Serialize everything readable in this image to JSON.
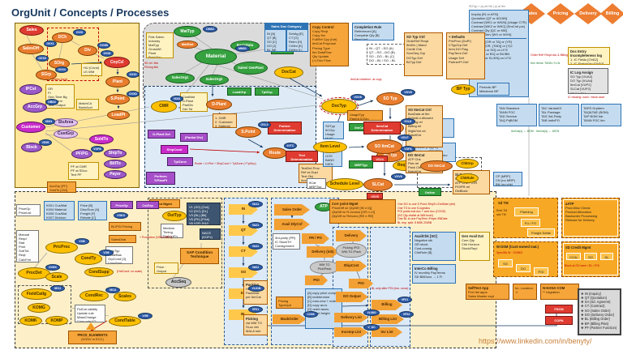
{
  "meta": {
    "title": "OrgUnit / Concepts / Processes",
    "url": "https://www.linkedin.com/in/benyty/"
  },
  "palette": {
    "orange": "#E87D2E",
    "gold": "#FFC000",
    "green": "#35A13F",
    "red": "#E03B30",
    "purple": "#9B59C7",
    "magenta": "#C92BC9",
    "tcode_blue": "#2E5BA8",
    "panel_yellow": "#FFE699",
    "panel_gray": "#D9D9D9",
    "panel_blue": "#DEEBF7"
  },
  "tr": {
    "diamonds": {
      "d1": "Sales",
      "d2": "Pricing",
      "d3": "Delivery",
      "d4": "Billing"
    },
    "doc_caption": "SDTyp = (s) at Hdr | (i) at Itm",
    "presales": "Inquiry [IN or AFN]\nQuotation [QT or AG/AN]\nContract [WK1 or WK/N] (Usage CTR)\nContract [WK2 or WKC] (SmCntr prc)\nContract Qty [QC or MN]\nContract Serv [WV or WVN]",
    "orders": "Standard [OR or TA] or (YR)\nServices [OR, (TAD)] or (Y)2\nRush [RO or SO] on LF/2\nCash [CS or BV] or BV/BN\nFOC [FD or KL/KN] on LF/2",
    "note_red": "Order Ref! Reqd doc & Billing Rel. ind",
    "note_green": "free items: TANN / KLN",
    "ilog": {
      "title": "Doc Entry Incompleteness log",
      "lines": "1. IC Fields [OVA2]\n2. IC StatusGrp [OVA2]"
    },
    "iassign": {
      "title": "IC Log Assign",
      "lines": "SO Typ [VUA2]\nDO Typ [VUA4]\nItmCat [VUP2]\nSLCat [VUP2]\nPF [VUPA]"
    },
    "inote": "IC missing: warn / block save"
  },
  "o": {
    "sales": "Sales",
    "salesoff": "SalesOff",
    "sgrp": "SGrp",
    "dch": "DCh",
    "div": "Div",
    "sorg": "SOrg",
    "coycd": "CoyCd",
    "plant": "Plant",
    "spoint": "S.Point",
    "loadpt": "LoadPt",
    "ipcst": "IPCst",
    "accgrp": "AccGrp",
    "customer": "Customer",
    "slsarea": "SlsArea",
    "custgrp": "CustGrp",
    "block": "Block",
    "soldto": "SoldTo",
    "pfpg": "PF/PG",
    "shipto": "ShipTo",
    "billto": "BillTo",
    "payer": "Payer",
    "area_label": "[Sales Area]",
    "box1": "OR\nFI\nOne-Time Bg\nSt.Determ\nText, Output\nCPF def",
    "box2": "MatchCd\nBankAcct\nAutoCmpl",
    "box3": "HU (Cond)\nLE-WM\nMASSLG",
    "pfbox": "PF at CMR\nPF at SDoc\nText PF",
    "subbox": "AccGrp [PF]\nSoldTo [CM]",
    "tc_soff": "OVX1",
    "tc_sgrp": "OVX4",
    "tc_dch": "OVXI",
    "tc_div": "OVXB",
    "tc_sorg": "OVX5",
    "tc_coycd": "OX02",
    "tc_plant": "OX10",
    "tc_spoint": "OVXD",
    "tc_accgrp": "OBD2",
    "tc_cust": "XD01",
    "tc_block": "VD05",
    "tc_pf": "VOPA"
  },
  "m": {
    "fields": "Flds Sales:\nIndustry\nMatTyp\nGrossWt\nPlant\nPosnTyp",
    "rednote": "SD rel. flds\nPricing flds",
    "mattyp": "MatTyp",
    "material": "Material",
    "matstat": "MatStat",
    "basicdata": "BasicData",
    "sorg1": "SalesOrg1",
    "sorg2": "SalesOrg2",
    "genplant": "Sales/ GenPlant",
    "acct": "Accntg",
    "tc_mm01": "MM01",
    "tc_oms2": "OMS2"
  },
  "s": {
    "cmr": "CMR",
    "tc_cmr": "VD51",
    "cmrbox": "CustMat\nD.Plant\nPartDlv\nDel.Tol",
    "dplant": "D-Plant",
    "dplantbox": "1. CMR\n2. Customer\n3. Material",
    "loadgrp": "LoadGrp",
    "tptgrp": "TptGrp",
    "spoint": "S.Point",
    "tc_spoint": "OVL2",
    "route": "Route",
    "tc_route": "0VTC",
    "det1": "D-Plant Det",
    "partial": "(Partial Dlv)",
    "shipcond": "ShipCond",
    "tptzone": "TptZone",
    "perform": "Perform\nTrPlanPt",
    "rednote": "Route = D-Plnt + ShipCond + TptZone (+TptGrp)"
  },
  "dc": {
    "header": "Sales Doc Category",
    "col1": "IN [A]\nQT [B]\nSO [C]\nDO [J]\nBL [M]",
    "col2": "SchAg [E]\nCT [G]\nRetrn [H]\nCrMm [K]\nDrMm [L]",
    "doccat": "DocCat"
  },
  "dt": {
    "copyctl": {
      "title": "Copy Control",
      "lines": "Copy Reqt\nCopy Itm\nFullRef Cpy (hdr)\nItmCat Proposal\nPricing Type\nItm DataFlow\nQty Update\n(+) Doc Flow"
    },
    "complrule": {
      "title": "Completion Rule",
      "lines": "Referenced [A]\nComplete Qty [B]\nReqd ind"
    },
    "chains": "IN→QT→SO (A)\nQT→SO→DO (B)\nSO→DO→BL (C)\nDO→BL / SO→BL",
    "rednote": "ItmCat redeterm. at copy",
    "doctyp": "DocTyp",
    "tc_doctyp": "VOV8",
    "sotyp": "SO Typ",
    "tc_sotyp": "VOV8",
    "dotyp": "DO Typ",
    "tc_dotyp": "0VLK",
    "bltyp": "BL Typ",
    "tc_bltyp": "VOFA",
    "bptyp": "BP Typ",
    "bpbox": "Periodic BP\nMilestone BP",
    "dotypes": "Delivery [LF]\nReplenish [NL]\nReturns [LR]\nW/o ref [LO]",
    "bltypes": "Invoice [F1]/[F2]\nProforma [F5]/[F8]\nCrMemo [G2] DrMemo [L2]\nCancel [S1]/[S2]",
    "soctl": {
      "title": "SO Typ Ctrl",
      "lines": "OrderRef Reqd\nItmDiv | Mand\nCredit Chk\nScrnSeq Grp\nDOTyp Def\nBLTyp Def"
    },
    "defaults": {
      "title": "+ Defaults",
      "lines": "PricProc (DoPr)\nCTypGrp Def\nImm.DO Flag\nPayTerm Def\nUsage Def\nPartnerPr Def"
    }
  },
  "det": {
    "partner_det": "Partner Determination",
    "text_det": "Text Determination",
    "itmcat_det": "ItemCat Determination",
    "textbox": "TextDet Proc\nRef vs Dupl\nText Obj\nAccSeq",
    "usage": "UsageTyp\nParent ICGrp",
    "icgrp": "ItmCatGrp",
    "inputs": "SDTyp\nItCGrp\nUsage\nHLItC",
    "icgrps": "NORM\nLEIS\nBANS\nDIEN\nVERP",
    "itemlevel": "Item Level",
    "so_itmcat": "SO ItmCat",
    "tc_ic_def": "VOV7",
    "tc_ic_asgn": "VOV4",
    "schedlevel": "Schedule Level",
    "slcat": "SLCat",
    "tc_sl_def": "VOV6",
    "tc_sl_asgn": "VOV5",
    "sl_inputs": "ItCat\nMRPTyp",
    "mrptyp": "MRPTyp",
    "reqtyp": "ReqTyp",
    "icctl": {
      "title": "SO ItmCat Ctrl",
      "lines": "BusData at Itm\nSchedLn Allowed\nPricing rel\nBilling rel\nWght/Vol rel\nBatchEnt"
    },
    "doicctl": {
      "title": "DO ItmCat",
      "lines": "ATP Chk\nPick rel\nPack Ctrl\nBatchEnt"
    },
    "slctl": {
      "title": "SLCat Ctrl",
      "lines": "Movement Type\nATP Chk / TOR\nPO/PR rel\nDlvBlock"
    },
    "slcat_ex": "CP (MRP)\nCN (no MRP)\nBN (no chk)",
    "ic_ex1": "TAN Standard\nTANN FOC\nTAD Service\nTAQ PrjBOM",
    "ic_ex2": "TAC VariantCf\nTAL Package\nTAS 3rd-Party\nTAB IndivPO",
    "ic_ex3": "TAPS GrpItem\nTAQ&TAE (BOM)\nTAP BOM hdr\nTANN FOC itm",
    "green_notes": "ItmCat(s) ↔ BOM   ·   ItmCat(s) ↔ DIEN",
    "do_itmcat": "DO ItmCat",
    "chkgrp": "ChkGrp",
    "chkrule": "ChkRule",
    "online": "Online"
  },
  "av": {
    "rules": "One DO to one S.Point /ShipTo /DelDate (def)\nOne TO to one S-logistics\nPGI posts mat.doc + acct doc (COGS)\n(SO Qty visible at WM level)\nOne BL to one PayTerm /Payer /BilDate\nBL imp. split: S BBK 2S/BB",
    "gen_avail": {
      "title": "Gen Avail Dat",
      "lines": "Cum Qty\nChk Horizon\nStock/Repl"
    },
    "availbox": {
      "title": "AvailChk [SO]",
      "lines": "Negative stk\nGR stock\nCust-consig\nChkRule [B]"
    },
    "interco": {
      "title": "InterCo Billing",
      "lines": "IV monthly PayTerms\nSD BillDocs → 1 FI"
    }
  },
  "fl": {
    "outmgmt": "Output Mgmt",
    "outtyp": "OutTyp",
    "outbox": "Medium\nTiming\nPartnerFn",
    "apps": "V1 (SO) [Ord]\nV2 (DO) [DL]\nV3 (BL) [Bil]\nV5 (PK) [Pick]\nV6 (GR) [HU]",
    "nace": "NACE\n(KOFx)",
    "condtech": "SAP Condition Technique",
    "uses": "Price · Output\nText · Acct",
    "accseq": "AccSeq",
    "f_in": "IN",
    "f_qt": "QT",
    "f_ct": "CT",
    "f_so": "SO",
    "f_do": "DO",
    "f_bl": "BL",
    "tc_in": "VA11",
    "tc_qt": "VA21",
    "tc_ct": "VA41",
    "tc_so": "VA01",
    "tc_do": "VL01N",
    "tc_bl": "VF01",
    "so_arrow": "Sales Order",
    "atp": "ATP",
    "avail_arrow": "Avail DlyCnf",
    "graynote": "3rd-party (PR)\nIC StockTrf\nConsignment",
    "prpo": "PR / PO",
    "inb": "Delivery (inb)",
    "to_cloud": "WM TO\nPick/Pack",
    "pgi1": "PGI",
    "corr": {
      "title": "Corr point Mgmt",
      "lines": "PriceDiff w/ QtyDiff [IN n IQ]\nQtyDiff w/ R-invoice [OR n L2]\nQtyDiff w/ Returns [RE n RE]"
    },
    "delivery": "Delivery",
    "clouds": "Picking /PGI\nWM-TO /Pack",
    "shipcost": "ShipCost",
    "pgi2": "PGI",
    "dooutput": "DO Output",
    "dolist": "Delivery List",
    "tc_dolist": "VL06O",
    "incomp": "Incomp List",
    "tc_incomp": "V_UC",
    "backorder": "BackOrder",
    "tc_backorder": "CO06",
    "pricingupd": "Pricing TypeUpd",
    "ptypes": "[A] copy price comps\n[B] redetermine\n[C] man.new + redet\n[D] copy as-is\n[G] redet taxes\n[H] redet freight",
    "packing": {
      "title": "Packing",
      "lines": "HU-Pack\nPackInstr\nper ItmCat"
    },
    "picking": {
      "title": "Picking",
      "lines": "via WM TO\nSLoc det\nMALA rule"
    },
    "billing": "Billing",
    "tc_billing": "VF01",
    "bl_note": "BL only after PGI (exc. srvcs)",
    "billlist": "Billing List",
    "tc_billlist": "VF04",
    "invlist": "Inv List"
  },
  "pr": {
    "custbox": "PriceGp\nPriceList",
    "ktable": "K001 Cus/Mat\nK004 Material\nK005 Cus/Mat\nK007 Division",
    "classes": "Price [B]\nDisc/Surc [A]\nFreight [F]\nRebate [C]",
    "pricegp": "PriceGp",
    "cstgrp": "CstGrp",
    "tc_vok0": "VOK0",
    "blpgi": "BL/PGI Pricing",
    "salesdeal": "SalesDeal",
    "promo": "+ Promotion (VB21/VB31)",
    "proccols": "Manual\nReqd\nStat\nPrint\nSubTot\nReqt\nCalcFrm\nBasFrm",
    "procdet": "ProcDet",
    "tc_ovkk": "OVKK",
    "pricproc": "PricProc",
    "tc_v08": "V/08",
    "condty": "CondTy",
    "tc_v06": "V/06",
    "condctl": "CalcTyp\nScaleBas\nGrpCond [X]\nCondUpd",
    "scale": "Scale",
    "condsupp": "CondSupp",
    "hdrnote": "(HdrCond: no scale)",
    "fieldcat": "FieldCatlg",
    "tc_se11": "SE11",
    "komg": "KOMG",
    "komk": "KOMK",
    "komp": "KOMP",
    "condrec": "CondRec",
    "tc_vk11": "VK11",
    "scales": "Scales",
    "recbox": "FldCat validity\nUpdate rule\nMassChange\nCopy rule [C]",
    "condtable": "CondTable",
    "tc_v05": "V/05",
    "prcd": {
      "title": "PRCD_ELEMENTS",
      "sub": "(KONV in ECC)"
    }
  },
  "rp": {
    "tm": {
      "title": "Sd TM",
      "side": "Emb.TM\nadv TM",
      "c1": "Planning",
      "c2": "FU / FO",
      "c3": "Freight Settle"
    },
    "aatp": {
      "title": "aATP",
      "lines": "Prod Alloc Check\nProduct Allocation\nBackorder Processing\nRelease for Delivery"
    },
    "dsm": {
      "title": "W DSM (Cust-owned mat.)",
      "note": "SpecStk W · SOBKZ",
      "c1": "SO",
      "c2": "DO",
      "c3": "PGI"
    },
    "credit": {
      "title": "SD Credit Mgmt",
      "b1": "CCAr",
      "b2": "SO",
      "b3": "DL",
      "note": "Block at SO save / DL / PGI"
    },
    "selftest": {
      "title": "SelfTest App",
      "lines": "Fiori list apps\nSales Master expt"
    },
    "location": "Im. Location ☺",
    "hana": {
      "title": "N-HANA COM",
      "lines": "** migration"
    },
    "fscm": "FSCM",
    "copa": "COPA"
  },
  "lg": {
    "items": "❖ IN (Inquiry)\n❖ QT (Quotation)\n❖ SA (Sd. Agreemt)\n❖ CT (Contract)\n❖ SO (Sales Order)\n❖ DO (Delivery Order)\n❖ BL (Billing Order)\n❖ BP (Billing Plan)\n❖ PF (Partner Function)"
  }
}
